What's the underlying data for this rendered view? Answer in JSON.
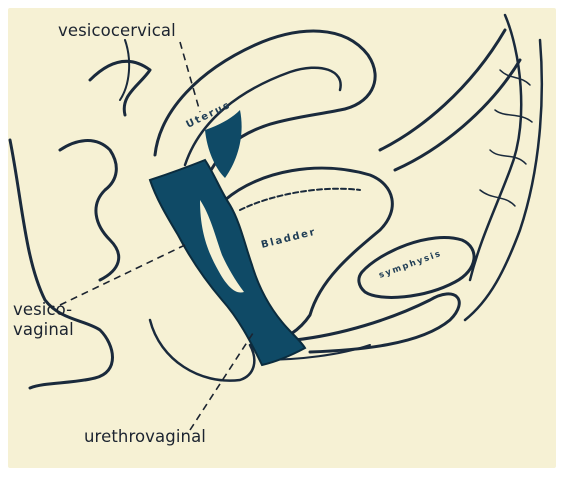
{
  "labels": {
    "vesicocervical": "vesicocervical",
    "vesicovaginal_line1": "vesico-",
    "vesicovaginal_line2": "vaginal",
    "urethrovaginal": "urethrovaginal",
    "uterus": "Uterus",
    "bladder": "Bladder",
    "symphysis": "symphysis"
  },
  "colors": {
    "paper": "#f6f1d4",
    "ink": "#1a2a3c",
    "fascia_fill": "#0f4a66",
    "label_text": "#1c2430"
  }
}
